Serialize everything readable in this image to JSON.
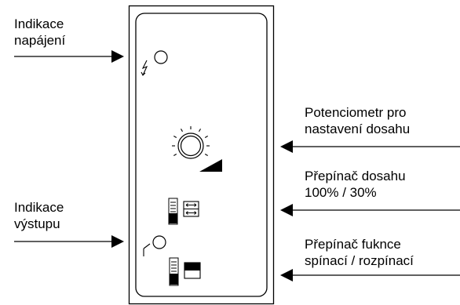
{
  "labels": {
    "power_indication": [
      "Indikace",
      "napájení"
    ],
    "output_indication": [
      "Indikace",
      "výstupu"
    ],
    "range_potentiometer": [
      "Potenciometr pro",
      "nastavení dosahu"
    ],
    "range_switch": [
      "Přepínač dosahu",
      "100% / 30%"
    ],
    "function_switch": [
      "Přepínač fuknce",
      "spínací / rozpínací"
    ]
  },
  "colors": {
    "line": "#000000",
    "background": "#ffffff"
  },
  "icons": {
    "power_led": "power-led-icon",
    "output_led": "output-led-icon",
    "potentiometer": "potentiometer-knob-icon",
    "range_switch": "range-slide-switch-icon",
    "function_switch": "function-slide-switch-icon"
  }
}
